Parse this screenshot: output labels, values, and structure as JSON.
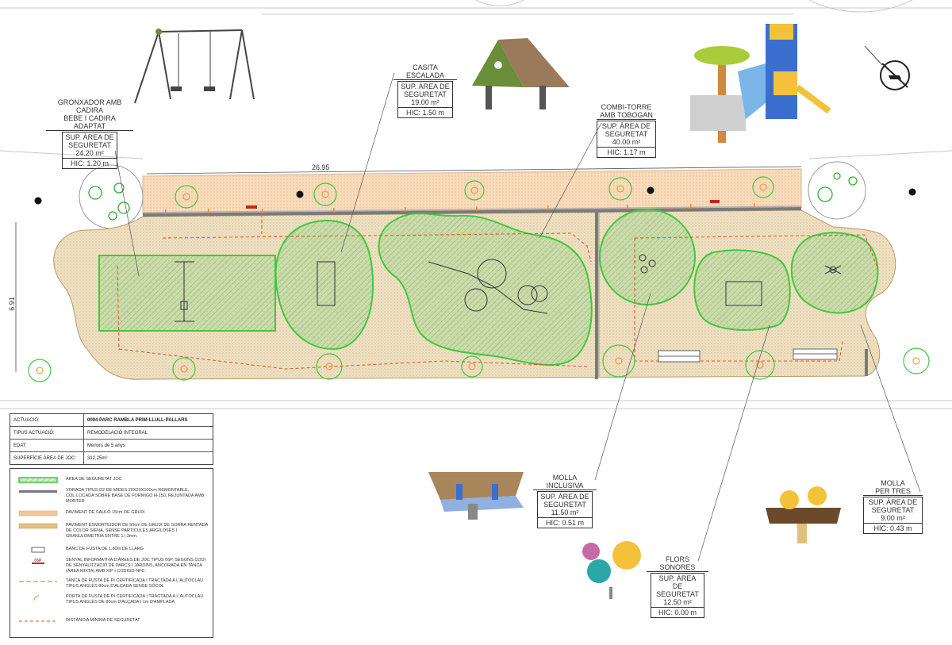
{
  "plan": {
    "dimension_length": "26.95",
    "dimension_width": "6.91"
  },
  "equipment_labels": [
    {
      "id": "gronxador",
      "title_lines": [
        "GRONXADOR AMB CADIRA",
        "BEBE I CADIRA ADAPTAT"
      ],
      "sup_lines": [
        "SUP. ÀREA DE",
        "SEGURETAT",
        "24.20 m²"
      ],
      "hic": "HIC: 1.20 m"
    },
    {
      "id": "casita",
      "title_lines": [
        "CASITA ESCALADA"
      ],
      "sup_lines": [
        "SUP. ÀREA DE",
        "SEGURETAT",
        "19.00 m²"
      ],
      "hic": "HIC: 1.50 m"
    },
    {
      "id": "combi",
      "title_lines": [
        "COMBI-TORRE",
        "AMB TOBOGAN"
      ],
      "sup_lines": [
        "SUP. ÀREA DE",
        "SEGURETAT",
        "40.00 m²"
      ],
      "hic": "HIC: 1.17 m"
    },
    {
      "id": "molla-inclusiva",
      "title_lines": [
        "MOLLA INCLUSIVA"
      ],
      "sup_lines": [
        "SUP. ÀREA DE",
        "SEGURETAT",
        "11.50 m²"
      ],
      "hic": "HIC: 0.51 m"
    },
    {
      "id": "molla-tres",
      "title_lines": [
        "MOLLA",
        "PER TRES"
      ],
      "sup_lines": [
        "SUP. ÀREA DE",
        "SEGURETAT",
        "9.00 m²"
      ],
      "hic": "HIC: 0.43 m"
    },
    {
      "id": "flors",
      "title_lines": [
        "FLORS SONORES"
      ],
      "sup_lines": [
        "SUP. ÀREA DE",
        "SEGURETAT",
        "12.50 m²"
      ],
      "hic": "HIC: 0.00 m"
    }
  ],
  "info_table": [
    {
      "key": "ACTUACIÓ:",
      "value": "0094 PARC RAMBLA PRIM-LLULL-PALLARS",
      "bold": true
    },
    {
      "key": "TIPUS ACTUACIÓ:",
      "value": "REMODELACIÓ INTEGRAL",
      "bold": false
    },
    {
      "key": "EDAT:",
      "value": "Menors de 5 anys",
      "bold": false
    },
    {
      "key": "SUPERFÍCIE ÀREA DE JOC:",
      "value": "312,25m²",
      "bold": false
    }
  ],
  "legend": [
    {
      "symbol": "safety-area",
      "color": "#3ec93e",
      "text": "ÀREA DE SEGURETAT JOC"
    },
    {
      "symbol": "kerb",
      "color": "#777777",
      "text": "VORADA TIPUS D2 DE MIDES 20X20X100cm REMONTABLE, COL·LOCADA SOBRE BASE DE FORMIGÓ H-150, REJUNTADA AMB MORTER"
    },
    {
      "symbol": "sauló",
      "color": "#f3c69a",
      "text": "PAVIMENT DE SAULÓ 15cm DE GRUIX"
    },
    {
      "symbol": "sand",
      "color": "#e0c07a",
      "text": "PAVIMENT ESMORTEIDOR DE 50cm DE GRUIX DE SORRA RENTADA DE COLOR SIENA, SENSE PARTÍCULES ARGILOSES I GRANULOMETRIA ENTRE 1 i 3mm."
    },
    {
      "symbol": "bench",
      "color": "#666666",
      "text": "BANC DE FUSTA DE 1.80m DE LLARG"
    },
    {
      "symbol": "sign",
      "color": "#cc2222",
      "text": "SENYAL INFORMATIVA D'ÀREES DE JOC TIPUS 06P, SEGONS CODI DE SENYALITZACIÓ DE PARCS I JARDINS, ANCORADA EN TANCA (ÀREA MIXTA) AMB XIP I CODIGO NFC"
    },
    {
      "symbol": "fence",
      "color": "#f08a2a",
      "text": "TANCA DE FUSTA DE PI CERTIFICADA I TRACTADA A L'AUTOCLAU TIPUS ANGLÈS 80cm D'ALÇADA SENSE SÒCOL"
    },
    {
      "symbol": "gate",
      "color": "#f08a2a",
      "text": "PORTA DE FUSTA DE PI CERTIFICADA I TRACTADA A L'AUTOCLAU TIPUS ANGLÈS DE 80cm D'ALÇADA I 1m D'AMPLADA"
    },
    {
      "symbol": "min-distance",
      "color": "#e05520",
      "text": "DISTÀNCIA MÍNIMA DE SEGURETAT"
    }
  ],
  "legend_sign_code": "06P",
  "colors": {
    "safety_green": "#3ec93e",
    "sand": "#e8d2a6",
    "saulo": "#f5cfa7",
    "fence_orange": "#f08a2a",
    "min_distance": "#e05520"
  }
}
